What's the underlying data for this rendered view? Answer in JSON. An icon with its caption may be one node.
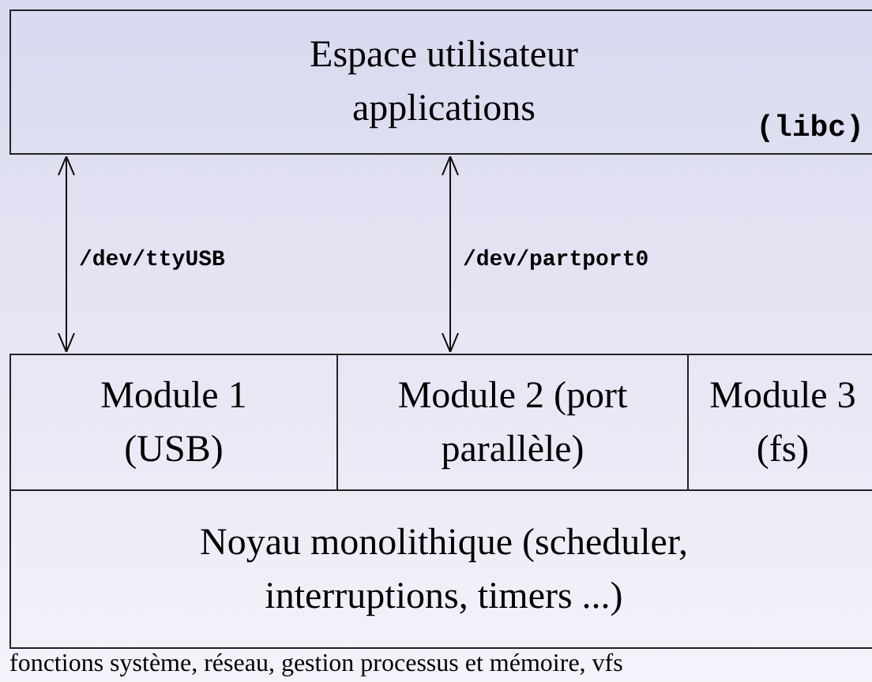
{
  "diagram": {
    "nodes": [
      {
        "text": [
          "Espace utilisateur applications",
          "(libc)"
        ]
      },
      {
        "text": [
          "Module 1 (USB)"
        ]
      },
      {
        "text": [
          "Module 2 (port parallèle)"
        ]
      },
      {
        "text": [
          "Module 3 (fs)"
        ]
      },
      {
        "text": [
          "Noyau monolithique (scheduler, interruptions, timers ...)"
        ]
      }
    ],
    "edges": [
      {
        "from": 0,
        "to": 1,
        "arrow": "both",
        "label": "/dev/ttyUSB"
      },
      {
        "from": 0,
        "to": 2,
        "arrow": "both",
        "label": "/dev/partport0"
      }
    ],
    "labels": [
      "fonctions système, réseau, gestion processus et mémoire, vfs"
    ]
  }
}
